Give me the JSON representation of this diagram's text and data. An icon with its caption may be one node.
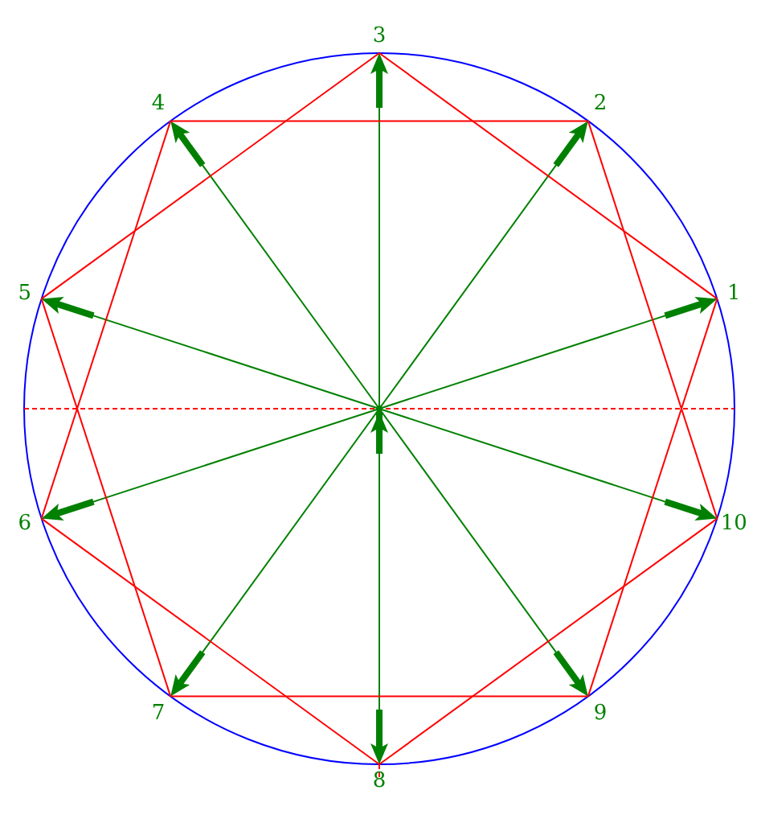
{
  "diagram": {
    "nodes": [
      {
        "text": [],
        "shape": "dot"
      },
      {
        "text": [
          "1"
        ]
      },
      {
        "text": [
          "2"
        ]
      },
      {
        "text": [
          "3"
        ]
      },
      {
        "text": [
          "4"
        ]
      },
      {
        "text": [
          "5"
        ]
      },
      {
        "text": [
          "6"
        ]
      },
      {
        "text": [
          "7"
        ]
      },
      {
        "text": [
          "8"
        ]
      },
      {
        "text": [
          "9"
        ]
      },
      {
        "text": [
          "10"
        ]
      }
    ],
    "edges": [
      {
        "from": 0,
        "to": 1,
        "arrow": "to",
        "color": "#008000"
      },
      {
        "from": 0,
        "to": 2,
        "arrow": "to",
        "color": "#008000"
      },
      {
        "from": 0,
        "to": 3,
        "arrow": "to",
        "color": "#008000"
      },
      {
        "from": 0,
        "to": 4,
        "arrow": "to",
        "color": "#008000"
      },
      {
        "from": 0,
        "to": 5,
        "arrow": "to",
        "color": "#008000"
      },
      {
        "from": 0,
        "to": 6,
        "arrow": "to",
        "color": "#008000"
      },
      {
        "from": 0,
        "to": 7,
        "arrow": "to",
        "color": "#008000"
      },
      {
        "from": 0,
        "to": 8,
        "arrow": "to",
        "color": "#008000"
      },
      {
        "from": 0,
        "to": 9,
        "arrow": "to",
        "color": "#008000"
      },
      {
        "from": 0,
        "to": 10,
        "arrow": "to",
        "color": "#008000"
      },
      {
        "from": 1,
        "to": 3,
        "arrow": "none",
        "color": "#ff0000"
      },
      {
        "from": 3,
        "to": 5,
        "arrow": "none",
        "color": "#ff0000"
      },
      {
        "from": 5,
        "to": 7,
        "arrow": "none",
        "color": "#ff0000"
      },
      {
        "from": 7,
        "to": 9,
        "arrow": "none",
        "color": "#ff0000"
      },
      {
        "from": 9,
        "to": 1,
        "arrow": "none",
        "color": "#ff0000"
      },
      {
        "from": 2,
        "to": 4,
        "arrow": "none",
        "color": "#ff0000"
      },
      {
        "from": 4,
        "to": 6,
        "arrow": "none",
        "color": "#ff0000"
      },
      {
        "from": 6,
        "to": 8,
        "arrow": "none",
        "color": "#ff0000"
      },
      {
        "from": 8,
        "to": 10,
        "arrow": "none",
        "color": "#ff0000"
      },
      {
        "from": 10,
        "to": 2,
        "arrow": "none",
        "color": "#ff0000"
      },
      {
        "from": null,
        "to": 0,
        "arrow": "to",
        "style": "thick",
        "color": "#008000"
      }
    ]
  }
}
